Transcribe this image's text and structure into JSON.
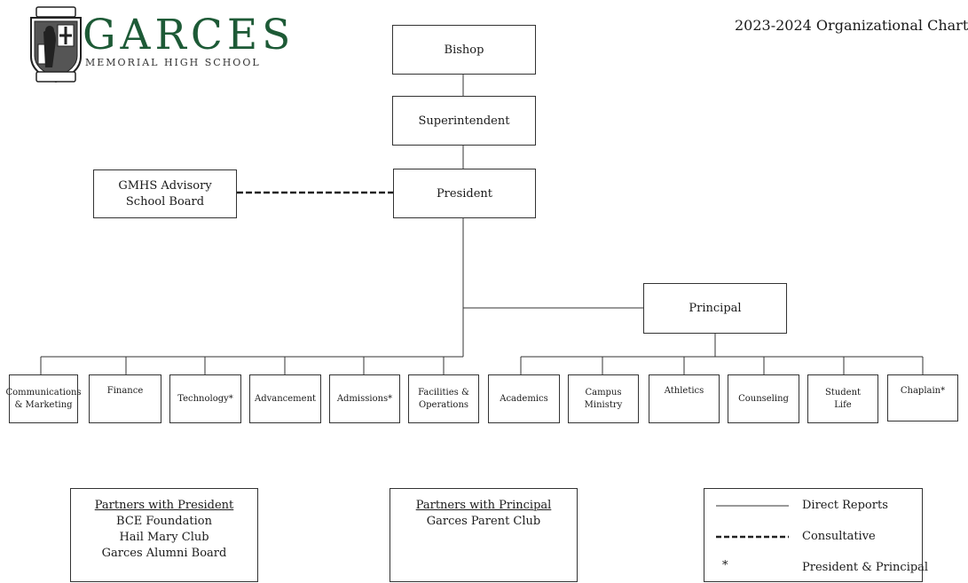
{
  "header": {
    "logo_name": "GARCES",
    "logo_subtitle": "MEMORIAL HIGH SCHOOL",
    "logo_seal_text": [
      "GARCES",
      "MEMORIAL"
    ],
    "title": "2023-2024 Organizational Chart"
  },
  "chart": {
    "bishop": "Bishop",
    "superintendent": "Superintendent",
    "president": "President",
    "advisory_board": [
      "GMHS Advisory",
      "School Board"
    ],
    "principal": "Principal",
    "president_departments": [
      [
        "Communications",
        "& Marketing"
      ],
      [
        "Finance"
      ],
      [
        "Technology*"
      ],
      [
        "Advancement"
      ],
      [
        "Admissions*"
      ],
      [
        "Facilities &",
        "Operations"
      ]
    ],
    "principal_departments": [
      [
        "Academics"
      ],
      [
        "Campus",
        "Ministry"
      ],
      [
        "Athletics"
      ],
      [
        "Counseling"
      ],
      [
        "Student",
        "Life"
      ],
      [
        "Chaplain*"
      ]
    ]
  },
  "partners": {
    "president": {
      "heading": "Partners with President",
      "items": [
        "BCE Foundation",
        "Hail Mary Club",
        "Garces Alumni Board"
      ]
    },
    "principal": {
      "heading": "Partners with Principal",
      "items": [
        "Garces Parent Club"
      ]
    }
  },
  "legend": {
    "direct": "Direct Reports",
    "consultative": "Consultative",
    "star_symbol": "*",
    "star_label": "President & Principal"
  },
  "colors": {
    "logo_green": "#1d5a36",
    "line": "#333333"
  }
}
